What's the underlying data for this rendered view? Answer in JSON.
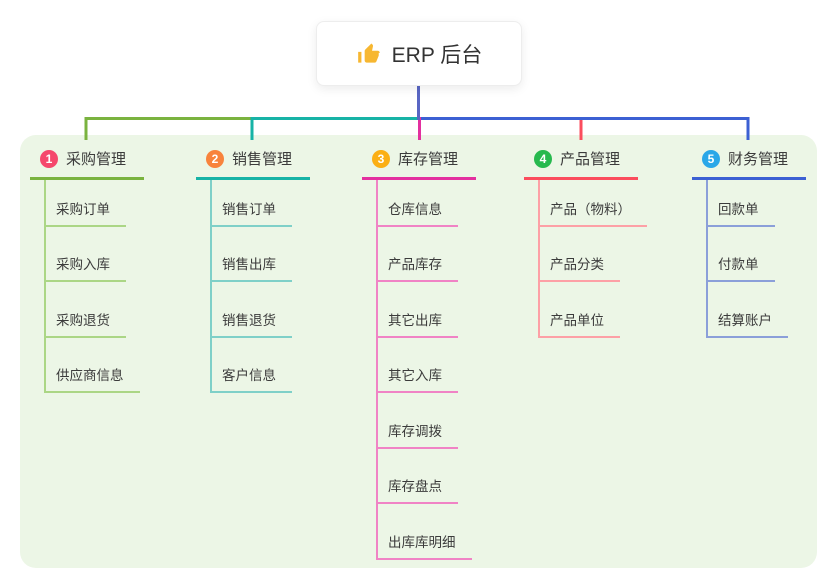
{
  "canvas_bg": "#ecf6e6",
  "root": {
    "title": "ERP 后台",
    "icon": "thumbs-up",
    "icon_color": "#f7b731",
    "line_color": "#5966c4"
  },
  "branches": [
    {
      "num": "1",
      "label": "采购管理",
      "colors": {
        "main": "#7ab33f",
        "light": "#abd685",
        "badge": "#f5476c"
      },
      "children": [
        "采购订单",
        "采购入库",
        "采购退货",
        "供应商信息"
      ]
    },
    {
      "num": "2",
      "label": "销售管理",
      "colors": {
        "main": "#17b3a6",
        "light": "#7fd0c8",
        "badge": "#f8833c"
      },
      "children": [
        "销售订单",
        "销售出库",
        "销售退货",
        "客户信息"
      ]
    },
    {
      "num": "3",
      "label": "库存管理",
      "colors": {
        "main": "#e3309f",
        "light": "#f083c5",
        "badge": "#fbaf14"
      },
      "children": [
        "仓库信息",
        "产品库存",
        "其它出库",
        "其它入库",
        "库存调拨",
        "库存盘点",
        "出库库明细"
      ]
    },
    {
      "num": "4",
      "label": "产品管理",
      "colors": {
        "main": "#fb4d5d",
        "light": "#fda0a6",
        "badge": "#27b94e"
      },
      "children": [
        "产品（物料）",
        "产品分类",
        "产品单位"
      ]
    },
    {
      "num": "5",
      "label": "财务管理",
      "colors": {
        "main": "#3c60d3",
        "light": "#8b9fd9",
        "badge": "#2aa7e8"
      },
      "children": [
        "回款单",
        "付款单",
        "结算账户"
      ]
    }
  ]
}
